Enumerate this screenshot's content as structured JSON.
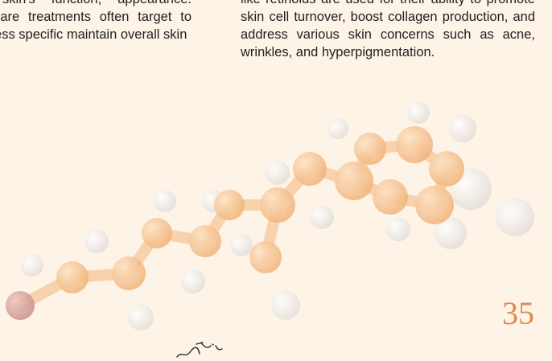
{
  "left_column": {
    "text": "the skin's function, appearance. Skincare treatments often target to address specific maintain overall skin"
  },
  "right_column": {
    "text": "like retinoids are used for their ability to promote skin cell turnover, boost collagen production, and address various skin concerns such as acne, wrinkles, and hyperpigmentation."
  },
  "page_number": "35",
  "colors": {
    "background": "#fdf3e7",
    "accent": "#e08a4c",
    "atom_carbon": "#f6c38f",
    "atom_hydrogen": "#f2ede8",
    "atom_oxygen": "#d5a39a"
  }
}
